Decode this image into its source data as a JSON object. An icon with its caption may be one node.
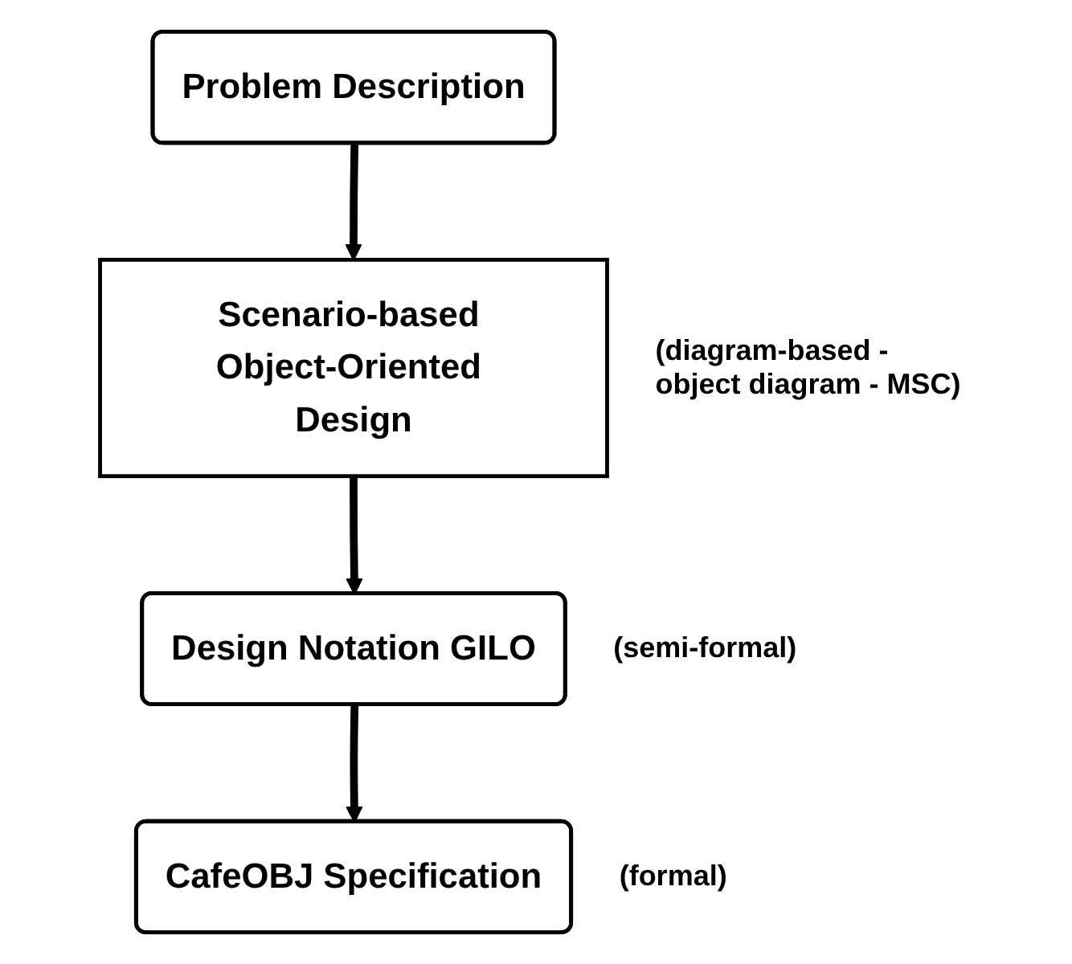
{
  "diagram": {
    "nodes": [
      {
        "text": [
          "Problem Description"
        ]
      },
      {
        "text": [
          "Scenario-based Object-Oriented Design"
        ],
        "beside": [
          "(diagram-based - object diagram - MSC)"
        ]
      },
      {
        "text": [
          "Design Notation GILO"
        ],
        "beside": [
          "(semi-formal)"
        ]
      },
      {
        "text": [
          "CafeOBJ Specification"
        ],
        "beside": [
          "(formal)"
        ]
      }
    ],
    "edges": [
      {
        "from": 0,
        "to": 1,
        "arrow": "to"
      },
      {
        "from": 1,
        "to": 2,
        "arrow": "to"
      },
      {
        "from": 2,
        "to": 3,
        "arrow": "to"
      }
    ]
  }
}
